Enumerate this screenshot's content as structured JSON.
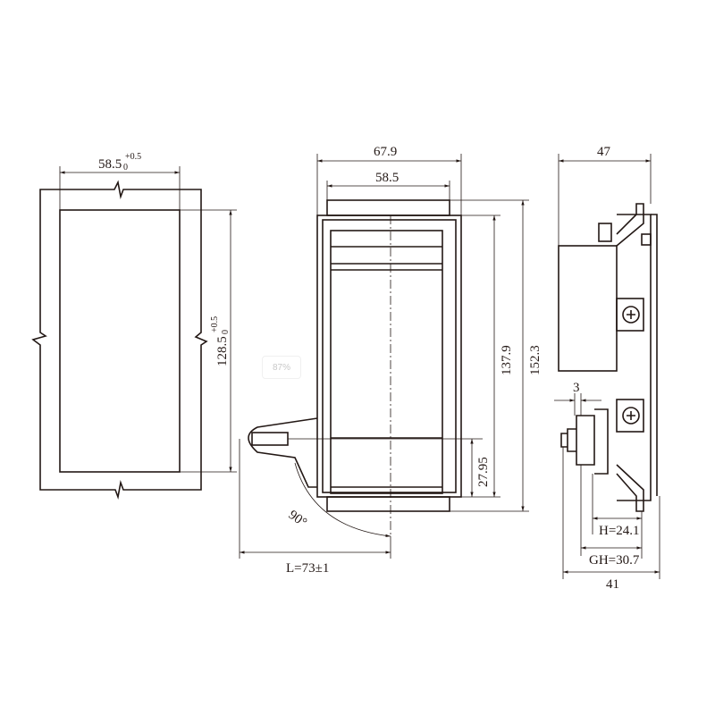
{
  "drawing": {
    "front_cutout": {
      "width_label": "58.5",
      "width_tol_upper": "+0.5",
      "width_tol_lower": "0",
      "height_label": "128.5",
      "height_tol_upper": "+0.5",
      "height_tol_lower": "0"
    },
    "front_view": {
      "overall_width": "67.9",
      "inner_width": "58.5",
      "inner_height": "137.9",
      "overall_height": "152.3",
      "handle_offset": "27.95",
      "handle_length": "L=73±1",
      "rotation_angle": "90°"
    },
    "side_view": {
      "depth_top": "47",
      "gap": "3",
      "h_label": "H=24.1",
      "gh_label": "GH=30.7",
      "depth_bottom": "41"
    }
  },
  "overlay": {
    "zoom_level": "87%"
  }
}
